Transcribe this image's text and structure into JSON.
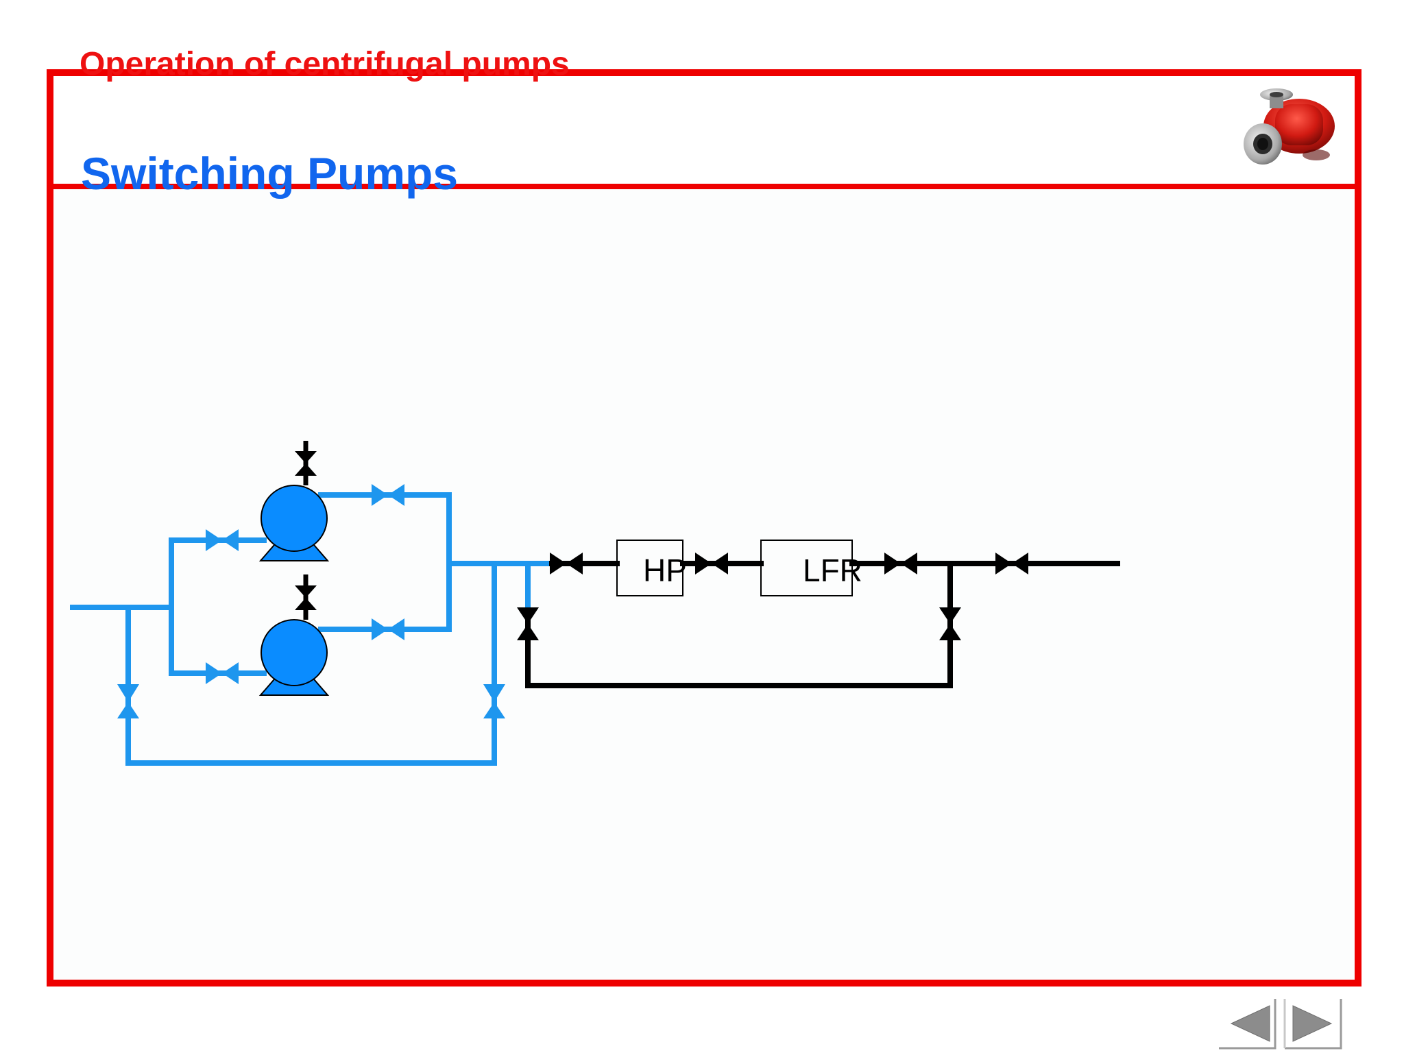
{
  "header": {
    "title": "Operation of centrifugal pumps",
    "logo_icon": "centrifugal-pump-photo-icon"
  },
  "slide": {
    "title": "Switching Pumps"
  },
  "diagram": {
    "hp_label": "HP",
    "lfr_label": "LFR",
    "colors": {
      "pump_line": "#1e96ee",
      "pump_fill": "#0a8cff",
      "process_line": "#000000",
      "frame": "#ee0000"
    }
  },
  "navigation": {
    "previous_icon": "triangle-left-icon",
    "next_icon": "triangle-right-icon"
  }
}
